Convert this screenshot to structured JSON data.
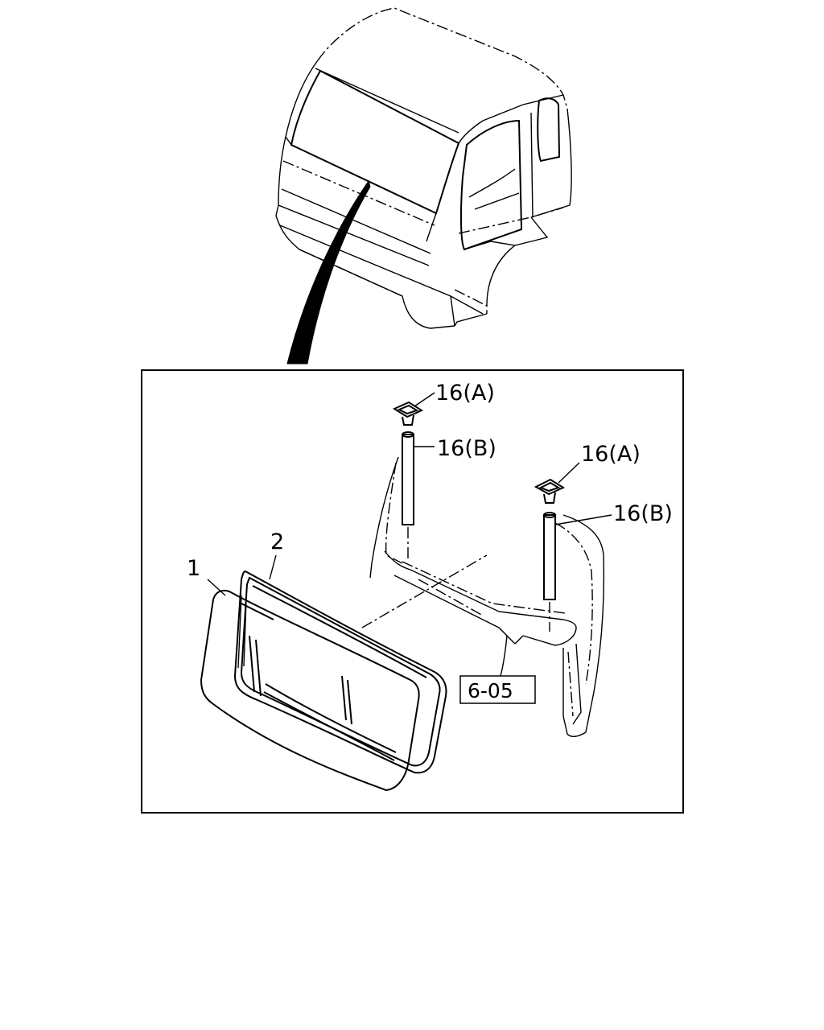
{
  "callouts": {
    "glass": "1",
    "weatherstrip": "2",
    "clip_a_upper": "16(A)",
    "rod_b_upper": "16(B)",
    "clip_a_lower": "16(A)",
    "rod_b_lower": "16(B)"
  },
  "reference": {
    "label": "6-05"
  }
}
